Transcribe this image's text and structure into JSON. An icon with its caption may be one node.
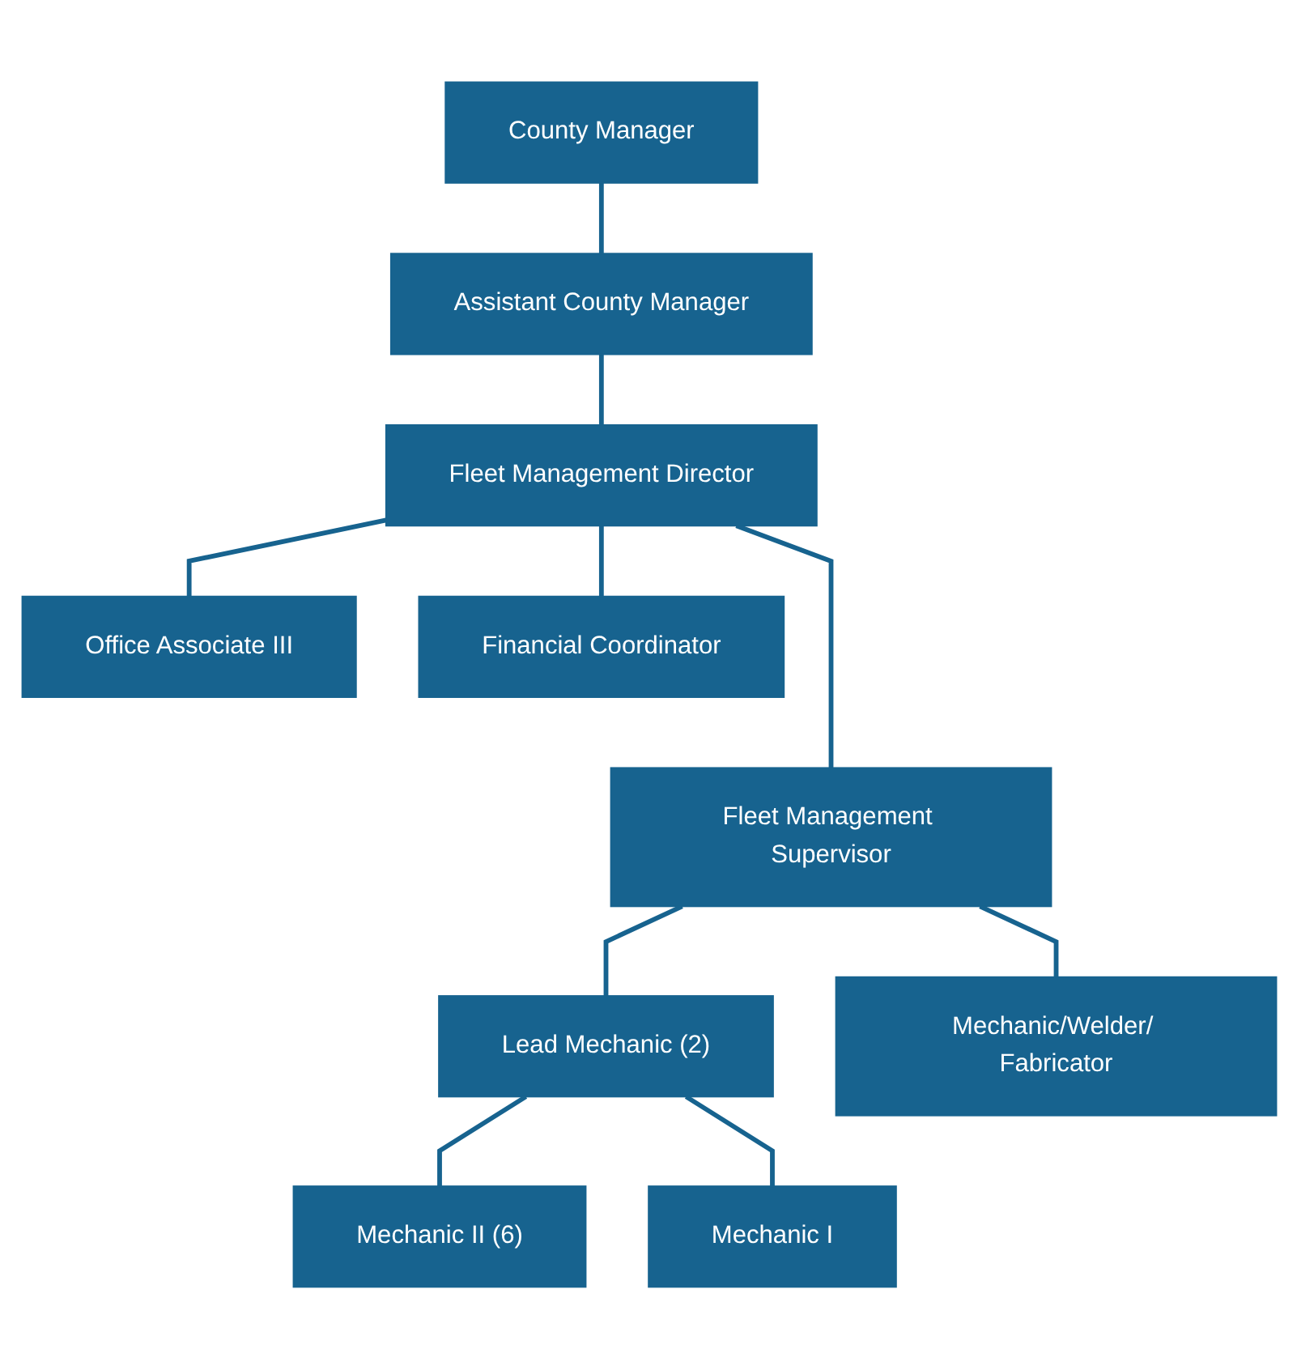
{
  "diagram": {
    "nodes": [
      {
        "text": [
          "County Manager"
        ]
      },
      {
        "text": [
          "Assistant County Manager"
        ]
      },
      {
        "text": [
          "Fleet Management Director"
        ]
      },
      {
        "text": [
          "Office Associate III"
        ]
      },
      {
        "text": [
          "Financial Coordinator"
        ]
      },
      {
        "text": [
          "Fleet Management Supervisor"
        ]
      },
      {
        "text": [
          "Lead Mechanic (2)"
        ]
      },
      {
        "text": [
          "Mechanic/Welder/ Fabricator"
        ]
      },
      {
        "text": [
          "Mechanic II (6)"
        ]
      },
      {
        "text": [
          "Mechanic I"
        ]
      }
    ],
    "edges": [
      {
        "from": 0,
        "to": 1,
        "arrow": "none"
      },
      {
        "from": 1,
        "to": 2,
        "arrow": "none"
      },
      {
        "from": 2,
        "to": 3,
        "arrow": "none"
      },
      {
        "from": 2,
        "to": 4,
        "arrow": "none"
      },
      {
        "from": 2,
        "to": 5,
        "arrow": "none"
      },
      {
        "from": 5,
        "to": 6,
        "arrow": "none"
      },
      {
        "from": 5,
        "to": 7,
        "arrow": "none"
      },
      {
        "from": 6,
        "to": 8,
        "arrow": "none"
      },
      {
        "from": 6,
        "to": 9,
        "arrow": "none"
      }
    ]
  }
}
